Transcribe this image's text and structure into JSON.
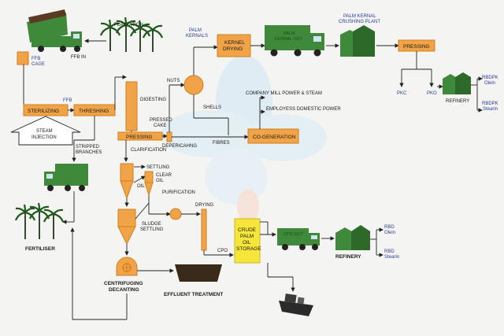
{
  "labels": {
    "plantation": "PLANTATION",
    "ffb_in": "FFB IN",
    "ffb_cage": "FFB\nCAGE",
    "ffb": "FFB",
    "sterilizing": "STERILIZING",
    "threshing": "THRESHING",
    "steam_injection": "STEAM\nINJECTION",
    "stripped_branches": "STRIPPED\nBRANCHES",
    "fertiliser": "FERTILISER",
    "digesting": "DIGESTING",
    "pressed_cake": "PRESSED\nCAKE",
    "pressing": "PRESSING",
    "depericarping": "DEPERICAHNG",
    "fibres": "FIBRES",
    "nuts": "NUTS",
    "shells": "SHELLS",
    "palm_kernals": "PALM\nKERNALS",
    "kernel_drying": "KERNEL\nDRYING",
    "palm_kernal_out": "PALM\nKERNAL OUT",
    "palm_kernal_crushing_plant": "PALM KERNAL\nCRUSHING PLANT",
    "pressing_right": "PRESSING",
    "pkc": "PKC",
    "pko": "PKO",
    "refinery_top": "REFINERY",
    "rbdpk_olein": "RBDPK\nOlein",
    "rbdpk_stearin": "RBDPK\nStearin",
    "company_mill": "COMPANY MILL POWER & STEAM",
    "employees": "EMPLOYESS DOMESTIC POWER",
    "cogeneration": "CO-GENERATION",
    "clarification": "CLARIFICATION",
    "settling": "SETTLING",
    "oil": "OIL",
    "clear_oil": "CLEAR\nOIL",
    "purification": "PURIFICATION",
    "drying": "DRYING",
    "sludge_settling": "SLUDGE\nSETTLING",
    "cpo": "CPO",
    "crude_palm_oil_storage": "CRUDE\nPALM\nOIL\nSTORAGE",
    "cpo_out": "CPO OUT",
    "refinery_bottom": "REFINERY",
    "rbd_olein": "RBD\nOlein",
    "rbd_stearin": "RBD\nStearin",
    "centrifuging_decanting": "CENTRIFUGING\nDECANTING",
    "effluent_treatment": "EFFLUENT TREATMENT"
  },
  "colors": {
    "orange": "#f0a347",
    "orange_edge": "#d27f1c",
    "green": "#3f8a3a",
    "green_dark": "#2d6a2a",
    "yellow": "#f6e53a",
    "blue_text": "#2a3d9a",
    "dark_brown": "#3a2a1a"
  }
}
